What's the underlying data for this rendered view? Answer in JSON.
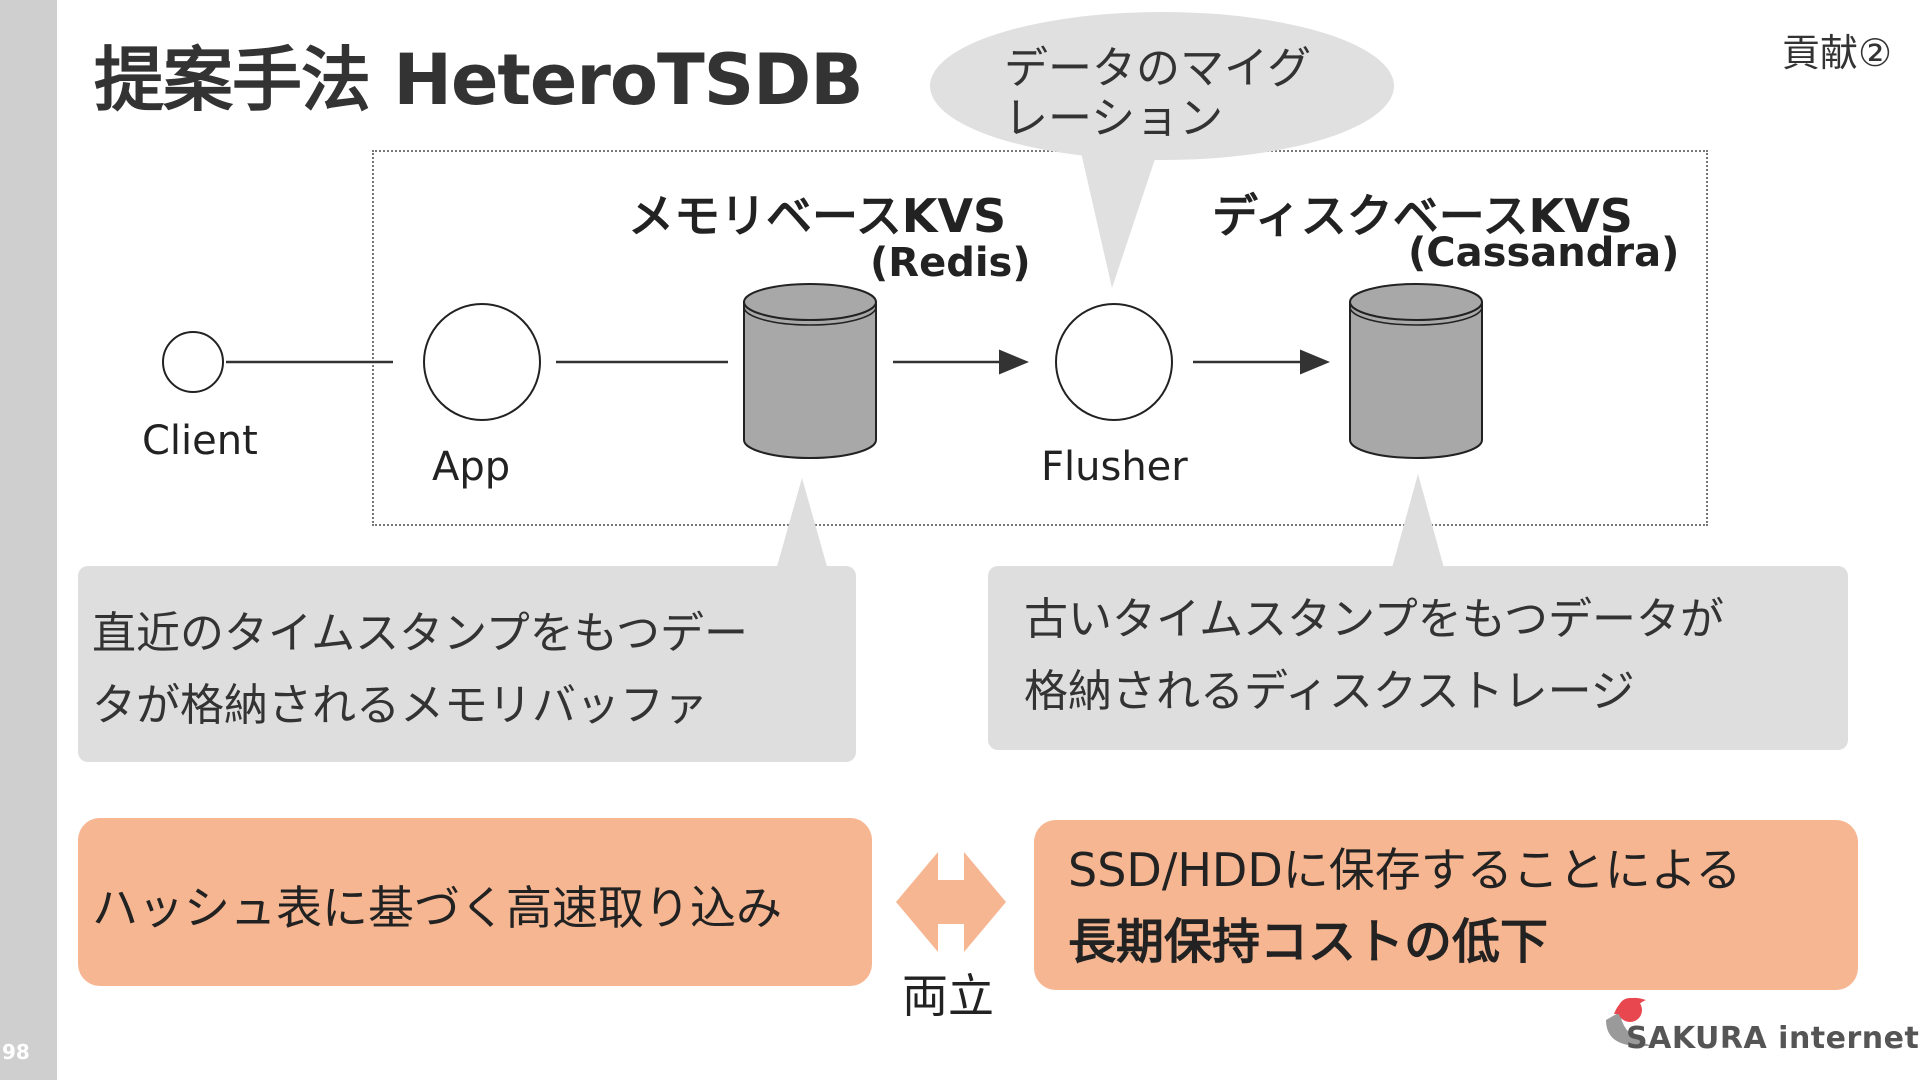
{
  "slide": {
    "page_number": "98",
    "title": "提案手法 HeteroTSDB",
    "contribution_tag": "貢献②"
  },
  "diagram": {
    "nodes": {
      "client": "Client",
      "app": "App",
      "flusher": "Flusher"
    },
    "memory_kvs": {
      "label": "メモリベースKVS",
      "sub": "(Redis)"
    },
    "disk_kvs": {
      "label": "ディスクベースKVS",
      "sub": "(Cassandra)"
    },
    "migration_bubble": [
      "データのマイグ",
      "レーション"
    ]
  },
  "callouts": {
    "memory": [
      "直近のタイムスタンプをもつデー",
      "タが格納されるメモリバッファ"
    ],
    "disk": [
      "古いタイムスタンプをもつデータが",
      "格納されるディスクストレージ"
    ]
  },
  "tradeoff": {
    "left": "ハッシュ表に基づく高速取り込み",
    "right_line1": "SSD/HDDに保存することによる",
    "right_line2": "長期保持コストの低下",
    "connector": "両立"
  },
  "brand": {
    "name": "SAKURA internet"
  },
  "colors": {
    "sidebar": "#cfcfcf",
    "callout_bg": "#dedede",
    "orange": "#f6b691",
    "db_fill": "#a8a8a8"
  }
}
